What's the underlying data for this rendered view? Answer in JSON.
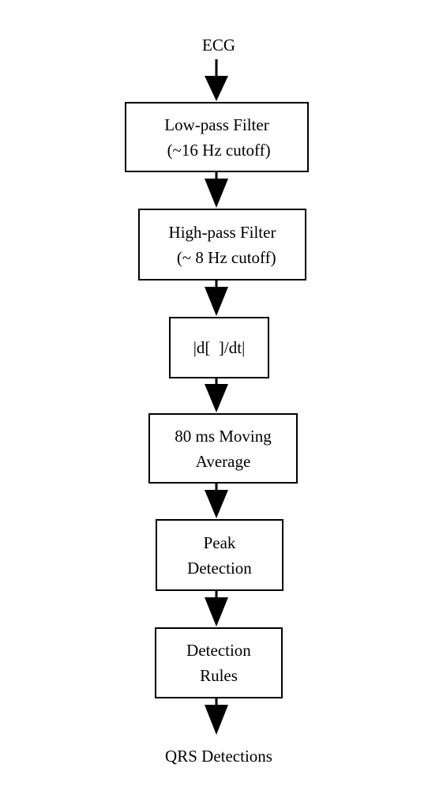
{
  "diagram": {
    "input_label": "ECG",
    "output_label": "QRS Detections",
    "steps": [
      {
        "line1": "Low-pass Filter",
        "line2": " (~16 Hz cutoff)"
      },
      {
        "line1": "High-pass Filter",
        "line2": "  (~ 8 Hz cutoff)"
      },
      {
        "line1": "|d[  ]/dt|"
      },
      {
        "line1": "80 ms Moving",
        "line2": "Average"
      },
      {
        "line1": "Peak",
        "line2": "Detection"
      },
      {
        "line1": "Detection",
        "line2": "Rules"
      }
    ]
  }
}
